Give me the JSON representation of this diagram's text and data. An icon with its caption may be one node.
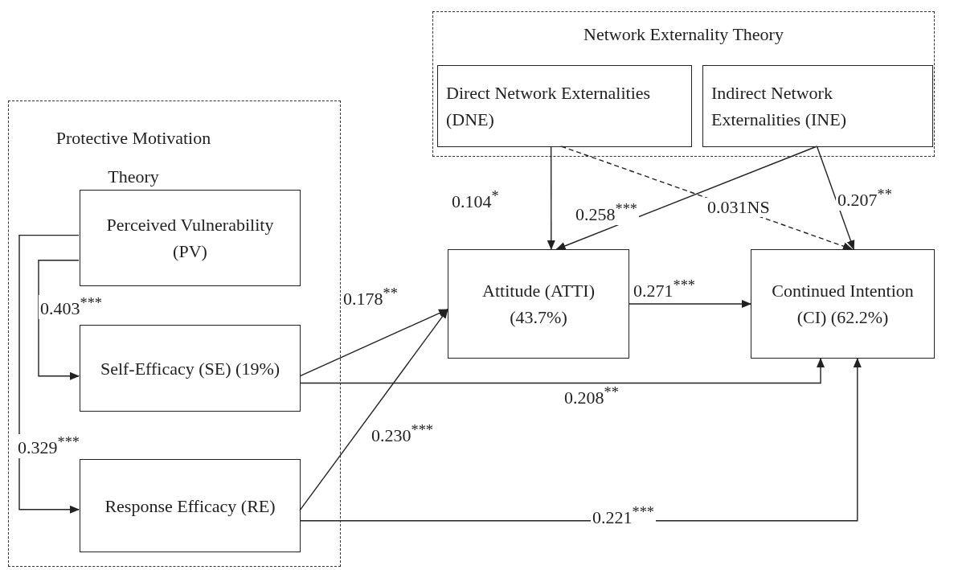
{
  "diagram": {
    "nodes": [
      {
        "text": [
          "Network Externality Theory"
        ]
      },
      {
        "text": [
          "Direct Network Externalities (DNE)"
        ],
        "in": 0
      },
      {
        "text": [
          "Indirect Network Externalities (INE)"
        ],
        "in": 0
      },
      {
        "text": [
          "Protective Motivation Theory"
        ]
      },
      {
        "text": [
          "Perceived Vulnerability (PV)"
        ],
        "in": 3
      },
      {
        "text": [
          "Self-Efficacy (SE) (19%)"
        ],
        "in": 3
      },
      {
        "text": [
          "Response Efficacy (RE)"
        ],
        "in": 3
      },
      {
        "text": [
          "Attitude (ATTI) (43.7%)"
        ]
      },
      {
        "text": [
          "Continued Intention (CI) (62.2%)"
        ]
      }
    ],
    "edges": [
      {
        "from": 1,
        "to": 7,
        "arrow": "to",
        "label": "0.104$^{*}$"
      },
      {
        "from": 2,
        "to": 7,
        "arrow": "to",
        "label": "0.258$^{***}$"
      },
      {
        "from": 1,
        "to": 8,
        "arrow": "to",
        "label": "0.031NS",
        "style": "dashed"
      },
      {
        "from": 2,
        "to": 8,
        "arrow": "to",
        "label": "0.207$^{**}$"
      },
      {
        "from": 4,
        "to": 5,
        "arrow": "to",
        "label": "0.403$^{***}$"
      },
      {
        "from": 4,
        "to": 6,
        "arrow": "to",
        "label": "0.329$^{***}$"
      },
      {
        "from": 5,
        "to": 7,
        "arrow": "to",
        "label": "0.178$^{**}$"
      },
      {
        "from": 6,
        "to": 7,
        "arrow": "to",
        "label": "0.230$^{***}$"
      },
      {
        "from": 7,
        "to": 8,
        "arrow": "to",
        "label": "0.271$^{***}$"
      },
      {
        "from": 5,
        "to": 8,
        "arrow": "to",
        "label": "0.208$^{**}$"
      },
      {
        "from": 6,
        "to": 8,
        "arrow": "to",
        "label": "0.221$^{***}$"
      }
    ]
  }
}
